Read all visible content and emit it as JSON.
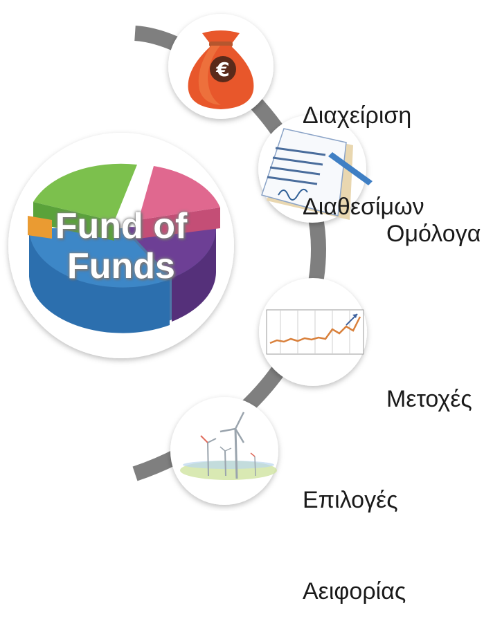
{
  "center": {
    "line1": "Fund of",
    "line2": "Funds"
  },
  "items": [
    {
      "line1": "Διαχείριση",
      "line2": "Διαθεσίμων",
      "icon": "money-bag-icon"
    },
    {
      "line1": "Ομόλογα",
      "icon": "bond-document-icon"
    },
    {
      "line1": "Μετοχές",
      "icon": "stock-chart-icon"
    },
    {
      "line1": "Επιλογές",
      "line2": "Αειφορίας",
      "icon": "wind-turbine-icon"
    }
  ],
  "colors": {
    "arc": "#7f7f7f",
    "bag": "#e8572b",
    "pie_green": "#7cc04d",
    "pie_pink": "#e0688f",
    "pie_purple": "#6d3f95",
    "pie_blue": "#3d87c7",
    "pie_orange": "#ea9b32"
  }
}
